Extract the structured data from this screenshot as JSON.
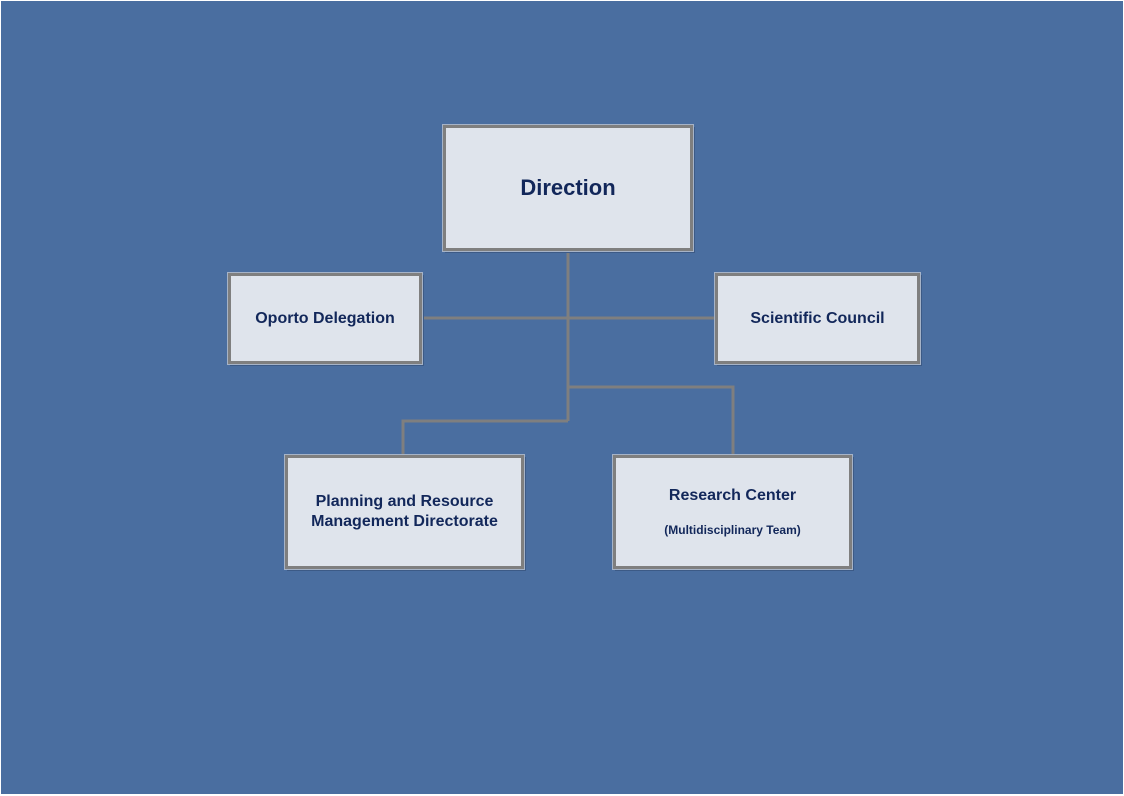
{
  "diagram": {
    "type": "organization-chart",
    "colors": {
      "background": "#4a6ea0",
      "box_fill": "#dfe4ec",
      "box_border": "#7f7f7f",
      "connector": "#7f7f7f",
      "text": "#12275a"
    },
    "nodes": {
      "direction": {
        "label": "Direction"
      },
      "oporto": {
        "label": "Oporto Delegation"
      },
      "council": {
        "label": "Scientific Council"
      },
      "planning": {
        "label": "Planning and Resource Management Directorate"
      },
      "research": {
        "label": "Research Center",
        "sub": "(Multidisciplinary Team)"
      }
    },
    "edges": [
      {
        "from": "Direction",
        "to": "Oporto Delegation"
      },
      {
        "from": "Direction",
        "to": "Scientific Council"
      },
      {
        "from": "Direction",
        "to": "Planning and Resource Management Directorate"
      },
      {
        "from": "Direction",
        "to": "Research Center"
      }
    ]
  }
}
